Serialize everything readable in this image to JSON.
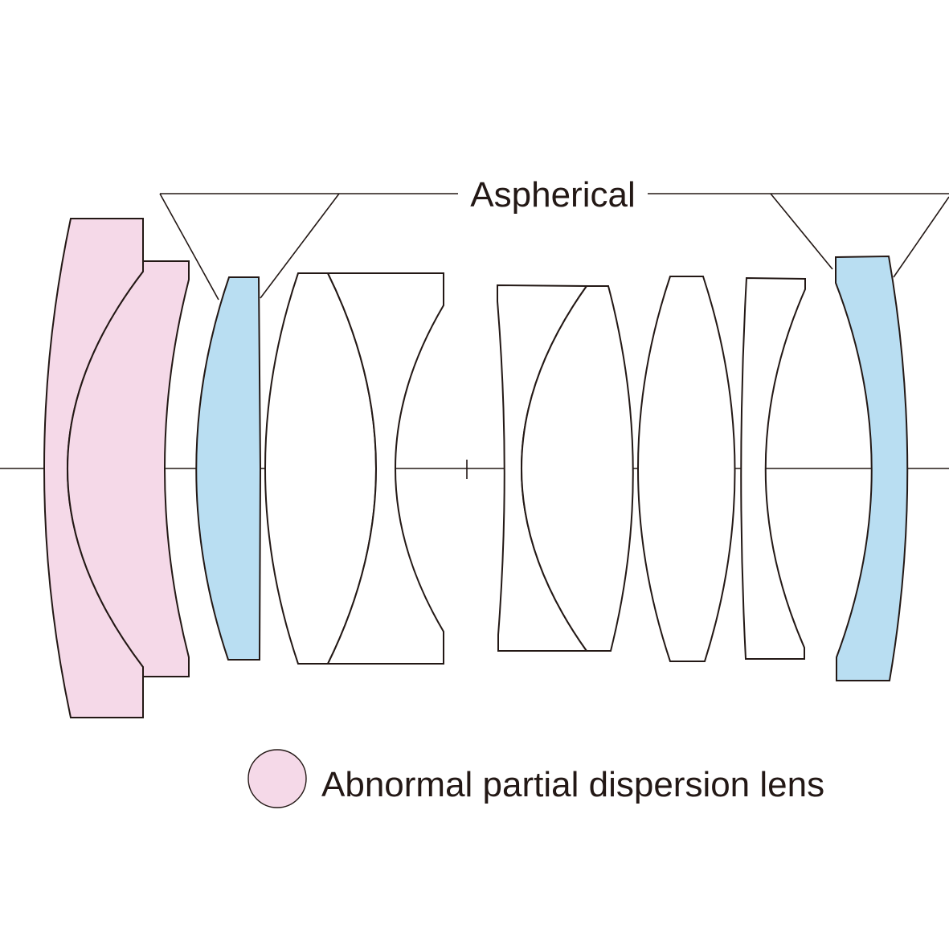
{
  "title": "Lens construction diagram",
  "labels": {
    "aspherical": "Aspherical",
    "legend": "Abnormal partial dispersion lens"
  },
  "colors": {
    "abnormal_dispersion": "#f5d9e8",
    "aspherical": "#b9def2",
    "standard": "#ffffff",
    "stroke": "#231815"
  },
  "elements": [
    {
      "group": 1,
      "type": "abnormal partial dispersion"
    },
    {
      "group": 1,
      "type": "abnormal partial dispersion"
    },
    {
      "group": 2,
      "type": "aspherical"
    },
    {
      "group": 3,
      "type": "standard"
    },
    {
      "group": 3,
      "type": "standard"
    },
    {
      "group": 4,
      "type": "standard"
    },
    {
      "group": 4,
      "type": "standard"
    },
    {
      "group": 5,
      "type": "standard"
    },
    {
      "group": 6,
      "type": "standard"
    },
    {
      "group": 7,
      "type": "aspherical"
    }
  ]
}
